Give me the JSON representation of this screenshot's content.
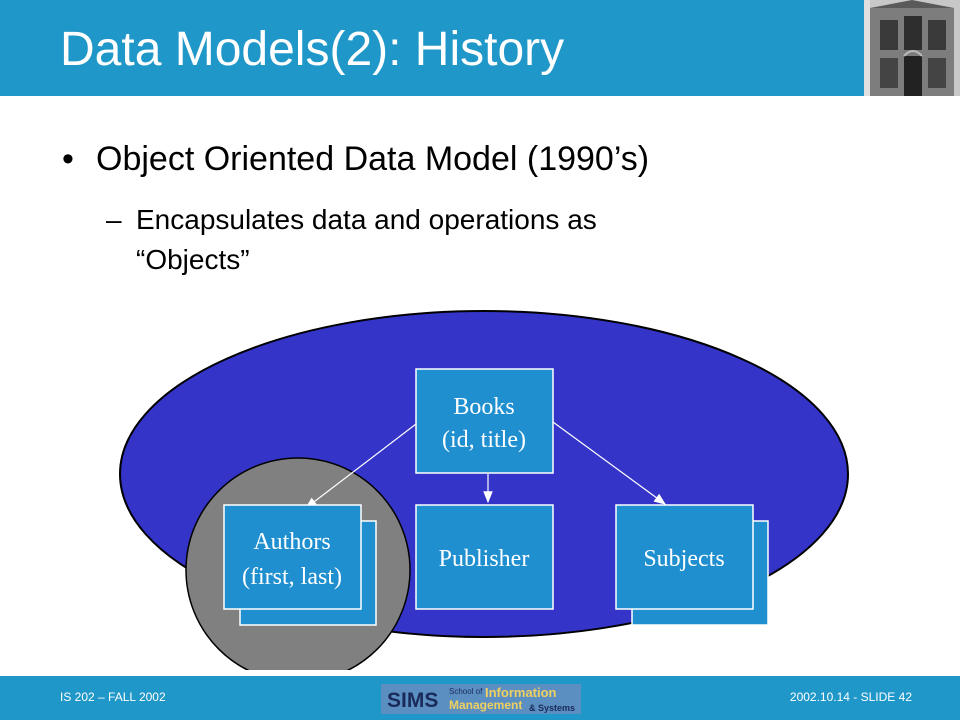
{
  "slide": {
    "title": "Data Models(2): History",
    "bullet": "Object Oriented Data Model (1990’s)",
    "sub_dash": "–",
    "sub_line1": "Encapsulates data and operations as",
    "sub_line2": "“Objects”"
  },
  "diagram": {
    "books_line1": "Books",
    "books_line2": "(id, title)",
    "authors_line1": "Authors",
    "authors_line2": "(first, last)",
    "publisher": "Publisher",
    "subjects": "Subjects"
  },
  "footer": {
    "left": "IS 202 – FALL 2002",
    "right": "2002.10.14 - SLIDE 42",
    "logo_sims": "SIMS",
    "logo_school_of": "School of",
    "logo_information": "Information",
    "logo_management": "Management",
    "logo_systems": "& Systems"
  },
  "colors": {
    "header_blue": "#1f97c8",
    "ellipse_blue": "#3434c8",
    "box_blue": "#1f8fd0",
    "grey_circle": "#808080"
  },
  "icons": {
    "photo": "building-photo-icon",
    "logo": "sims-logo-icon"
  }
}
